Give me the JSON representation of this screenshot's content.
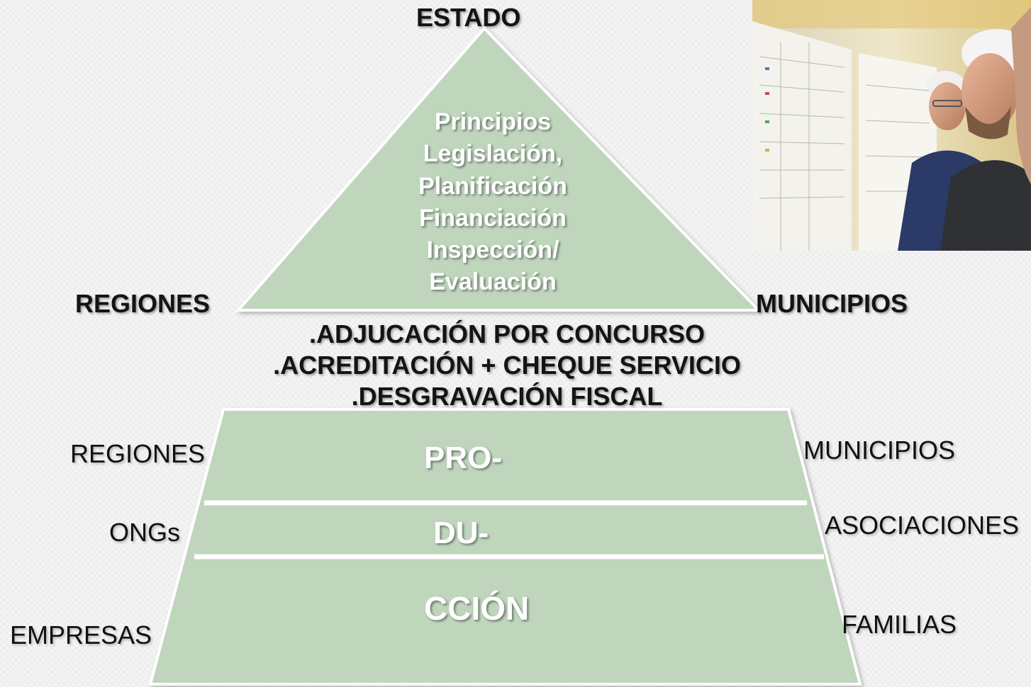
{
  "apex": {
    "title": "ESTADO",
    "lines": [
      "Principios",
      "Legislación,",
      "Planificación",
      "Financiación",
      "Inspección/",
      "Evaluación"
    ]
  },
  "upper_sides": {
    "left": "REGIONES",
    "right": "MUNICIPIOS"
  },
  "mechanisms": [
    ".ADJUCACIÓN POR CONCURSO",
    ".ACREDITACIÓN + CHEQUE SERVICIO",
    ".DESGRAVACIÓN FISCAL"
  ],
  "levels": [
    {
      "label": "PRO-",
      "left": "REGIONES",
      "right": "MUNICIPIOS"
    },
    {
      "label": "DU-",
      "left": "ONGs",
      "right": "ASOCIACIONES"
    },
    {
      "label": "CCIÓN",
      "left": "EMPRESAS",
      "right": "FAMILIAS"
    }
  ],
  "colors": {
    "shape_fill": "#bfd6bd",
    "shape_outline": "#ffffff",
    "text_dark": "#141414"
  }
}
